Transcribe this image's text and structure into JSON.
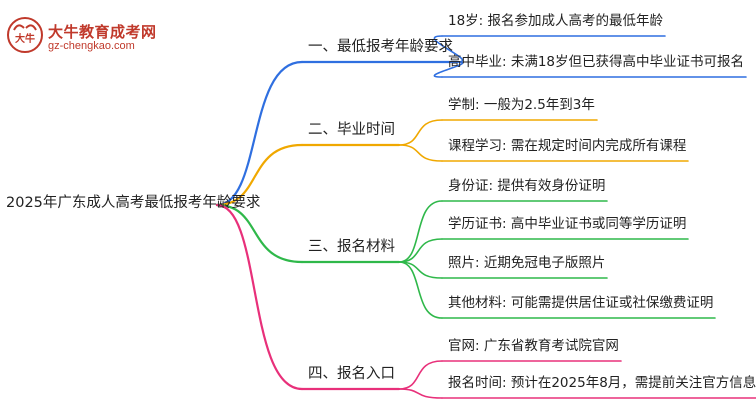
{
  "logo": {
    "brand": "大牛教育成考网",
    "domain": "gz-chengkao.com",
    "mark_text": "大牛"
  },
  "root": "2025年广东成人高考最低报考年龄要求",
  "colors": [
    "#2f6fe0",
    "#f0a800",
    "#2fb84a",
    "#e8307a"
  ],
  "branches": [
    {
      "label": "一、最低报考年龄要求",
      "leaves": [
        "18岁: 报名参加成人高考的最低年龄",
        "高中毕业: 未满18岁但已获得高中毕业证书可报名"
      ]
    },
    {
      "label": "二、毕业时间",
      "leaves": [
        "学制: 一般为2.5年到3年",
        "课程学习: 需在规定时间内完成所有课程"
      ]
    },
    {
      "label": "三、报名材料",
      "leaves": [
        "身份证: 提供有效身份证明",
        "学历证书: 高中毕业证书或同等学历证明",
        "照片: 近期免冠电子版照片",
        "其他材料: 可能需提供居住证或社保缴费证明"
      ]
    },
    {
      "label": "四、报名入口",
      "leaves": [
        "官网: 广东省教育考试院官网",
        "报名时间: 预计在2025年8月，需提前关注官方信息"
      ]
    }
  ]
}
